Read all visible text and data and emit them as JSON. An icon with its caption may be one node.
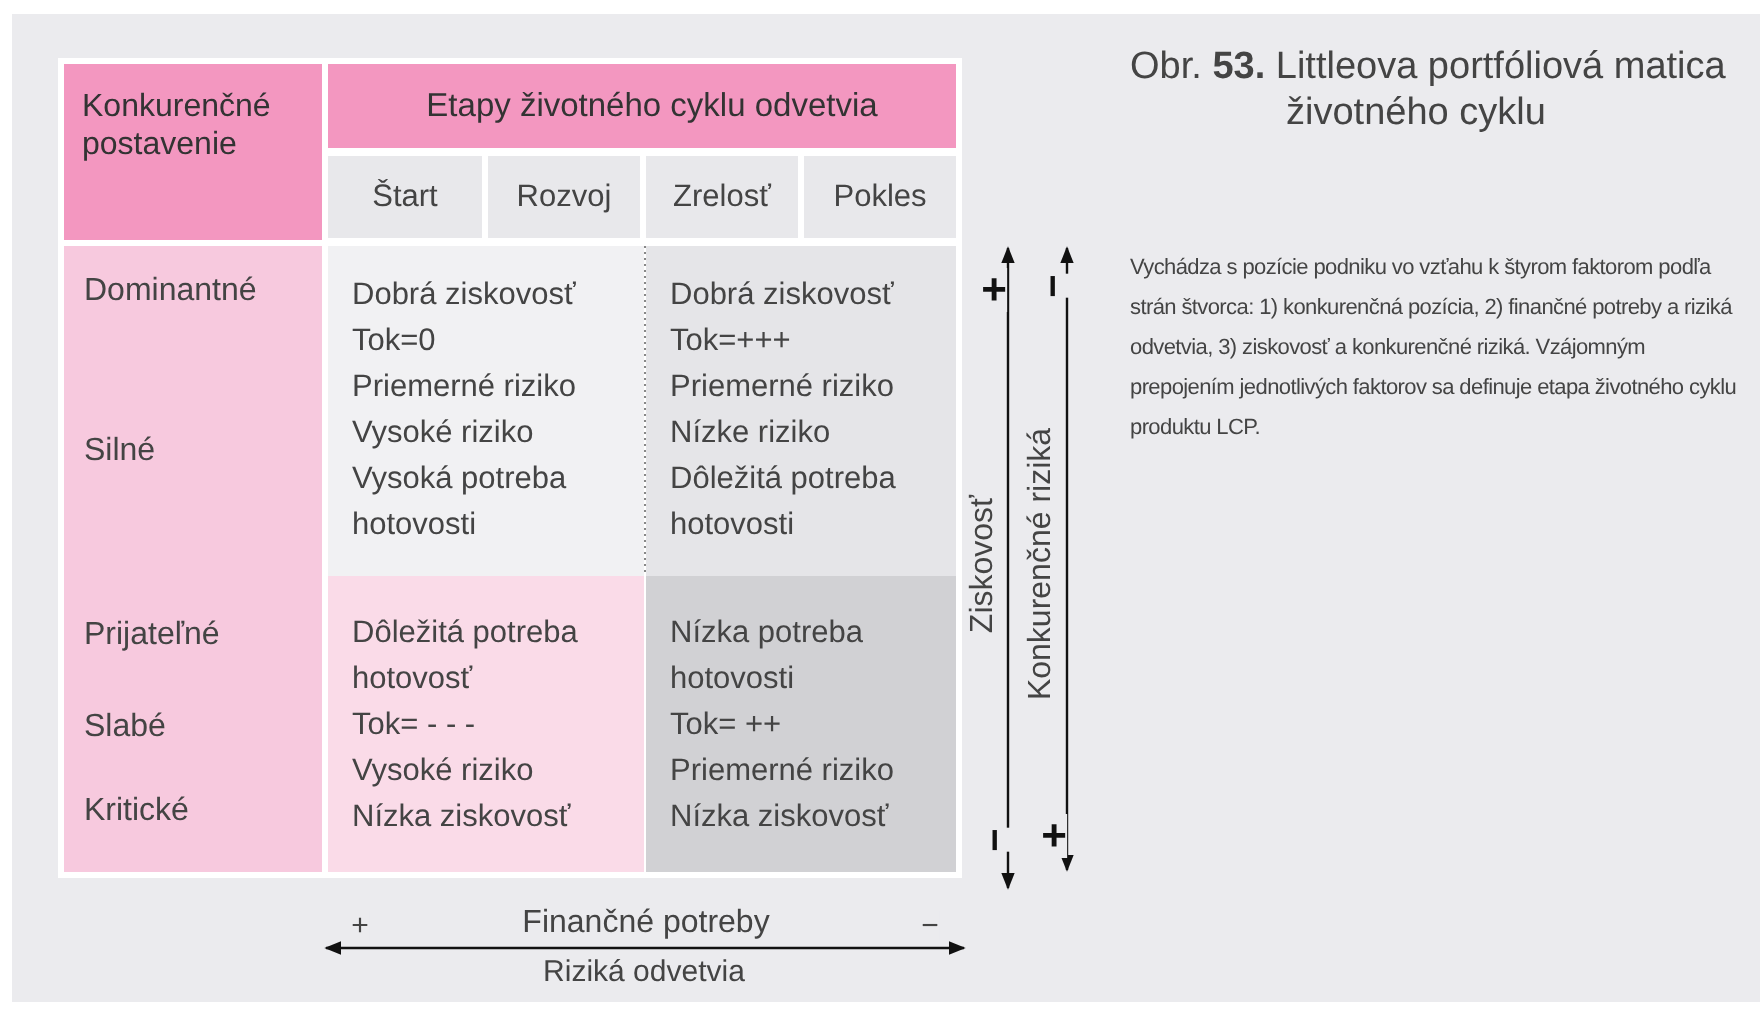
{
  "diagram": {
    "title": "Obr. **53.** Littleova portfóliová matica životného cyklu",
    "caption": "Vychádza s pozície podniku vo vzťahu k štyrom faktorom podľa strán štvorca: 1) konkurenčná pozícia, 2) finančné potreby a riziká odvetvia, 3) ziskovosť a konkurenčné riziká. Vzájomným prepojením jednotlivých faktorov sa definuje etapa životného cyklu produktu LCP.",
    "nodes": [
      {
        "text": [
          "Konkurenčné postavenie"
        ]
      },
      {
        "text": [
          "Etapy životného cyklu odvetvia"
        ]
      },
      {
        "text": [
          "Štart"
        ]
      },
      {
        "text": [
          "Rozvoj"
        ]
      },
      {
        "text": [
          "Zrelosť"
        ]
      },
      {
        "text": [
          "Pokles"
        ]
      },
      {
        "text": [
          "Dominantné",
          "Silné",
          "Prijateľné",
          "Slabé",
          "Kritické"
        ]
      },
      {
        "text": [
          "Dobrá ziskovosť",
          "Tok=0",
          "Priemerné riziko",
          "Vysoké riziko",
          "Vysoká potreba hotovosti"
        ]
      },
      {
        "text": [
          "Dobrá ziskovosť",
          "Tok=+++",
          "Priemerné riziko",
          "Nízke riziko",
          "Dôležitá potreba hotovosti"
        ]
      },
      {
        "text": [
          "Dôležitá potreba hotovosť",
          "Tok= - - -",
          "Vysoké riziko",
          "Nízka ziskovosť"
        ]
      },
      {
        "text": [
          "Nízka potreba hotovosti",
          "Tok= ++",
          "Priemerné riziko",
          "Nízka ziskovosť"
        ]
      }
    ],
    "labels": [
      "+",
      "−",
      "Ziskovosť",
      "Konkurenčné riziká",
      "−",
      "+",
      "+",
      "Finančné potreby",
      "−",
      "Riziká odvetvia"
    ]
  }
}
